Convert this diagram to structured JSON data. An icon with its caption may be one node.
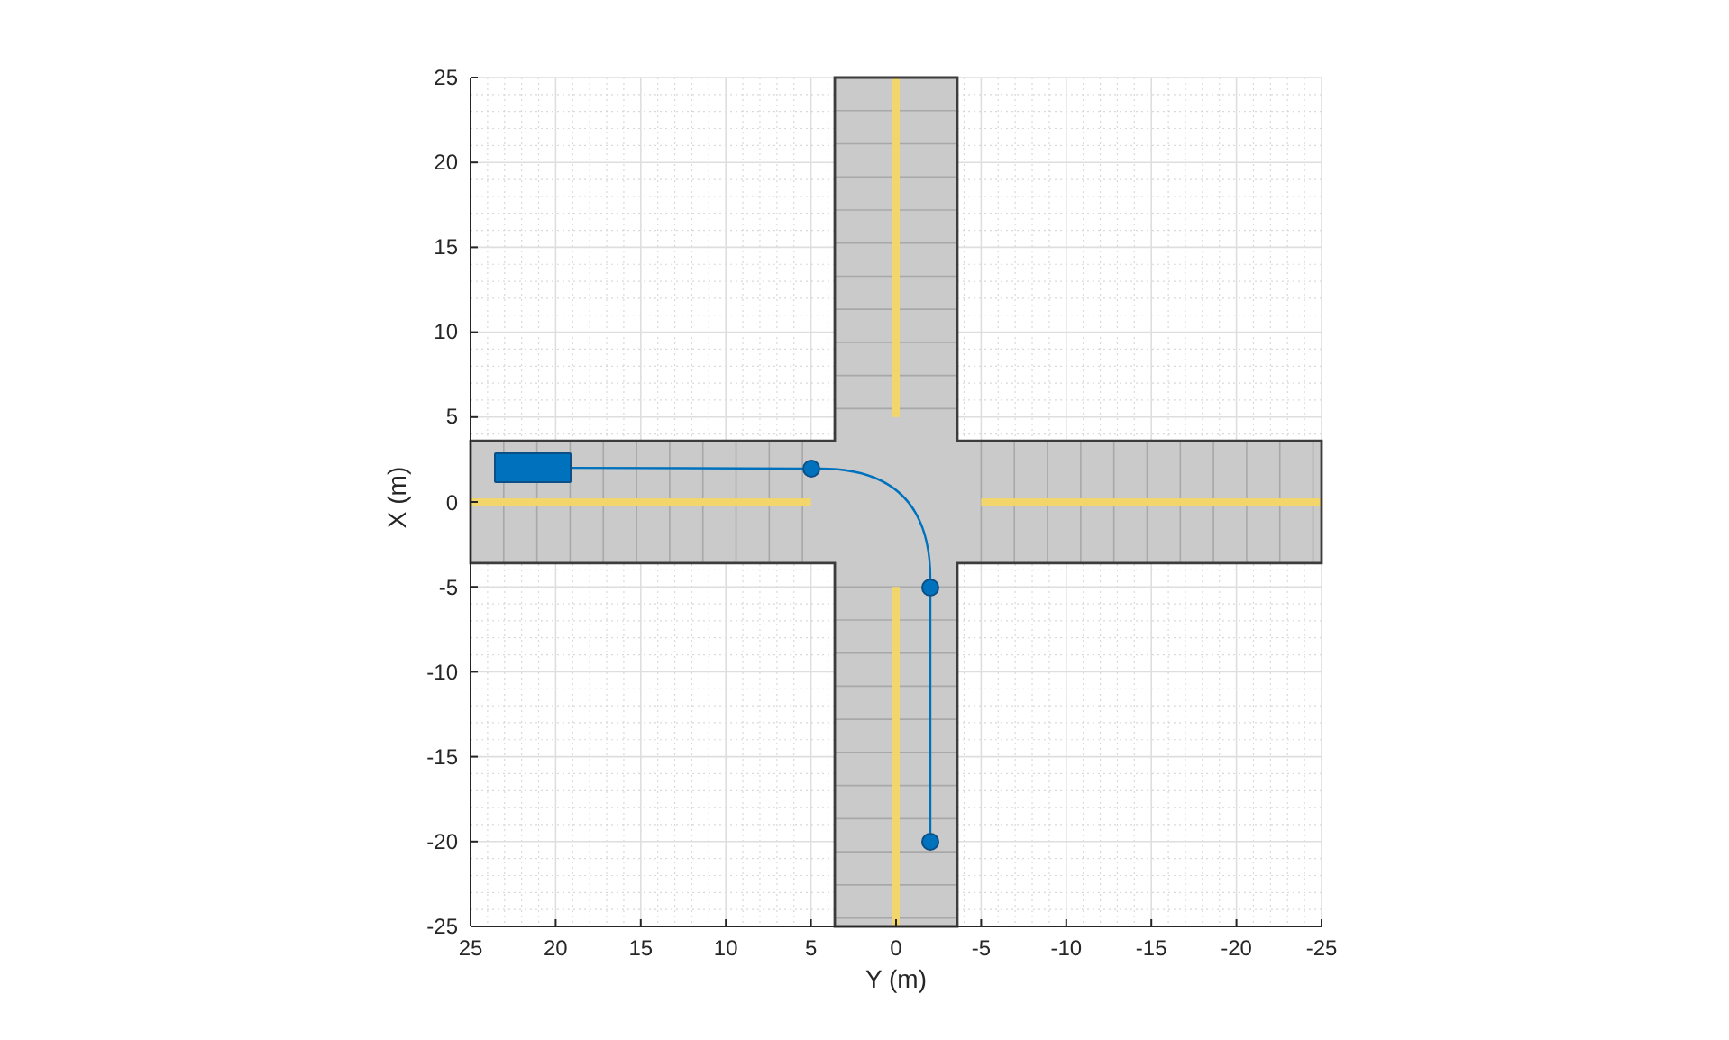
{
  "diagram": {
    "nodes": [
      {
        "text": [],
        "shape": "box"
      },
      {
        "text": [],
        "shape": "circle"
      },
      {
        "text": [],
        "shape": "circle"
      },
      {
        "text": [],
        "shape": "circle"
      }
    ],
    "edges": [
      {
        "from": 0,
        "to": 1,
        "arrow": "none"
      },
      {
        "from": 1,
        "to": 2,
        "arrow": "none"
      },
      {
        "from": 2,
        "to": 3,
        "arrow": "none"
      }
    ],
    "labels": [
      "25",
      "20",
      "15",
      "10",
      "5",
      "0",
      "-5",
      "-10",
      "-15",
      "-20",
      "-25",
      "25",
      "20",
      "15",
      "10",
      "5",
      "0",
      "-5",
      "-10",
      "-15",
      "-20",
      "-25",
      "X (m)",
      "Y (m)"
    ]
  }
}
